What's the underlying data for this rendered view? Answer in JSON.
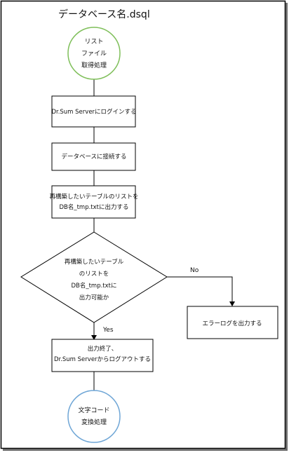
{
  "title": "データベース名.dsql",
  "nodes": {
    "start": {
      "lines": [
        "リスト",
        "ファイル",
        "取得処理"
      ]
    },
    "login": {
      "text": "Dr.Sum Serverにログインする"
    },
    "connect": {
      "text": "データベースに接続する"
    },
    "output_list": {
      "lines": [
        "再構築したいテーブルのリストを",
        "DB名_tmp.txtに出力する"
      ]
    },
    "decision": {
      "lines": [
        "再構築したいテーブル",
        "のリストを",
        "DB名_tmp.txtに",
        "出力可能か"
      ]
    },
    "error": {
      "text": "エラーログを出力する"
    },
    "finish": {
      "lines": [
        "出力終了、",
        "Dr.Sum Serverからログアウトする"
      ]
    },
    "end": {
      "lines": [
        "文字コード",
        "変換処理"
      ]
    }
  },
  "edges": {
    "yes_label": "Yes",
    "no_label": "No"
  },
  "colors": {
    "start_circle": "#7fbf5a",
    "end_circle": "#6fa6d6",
    "stroke": "#000000"
  }
}
